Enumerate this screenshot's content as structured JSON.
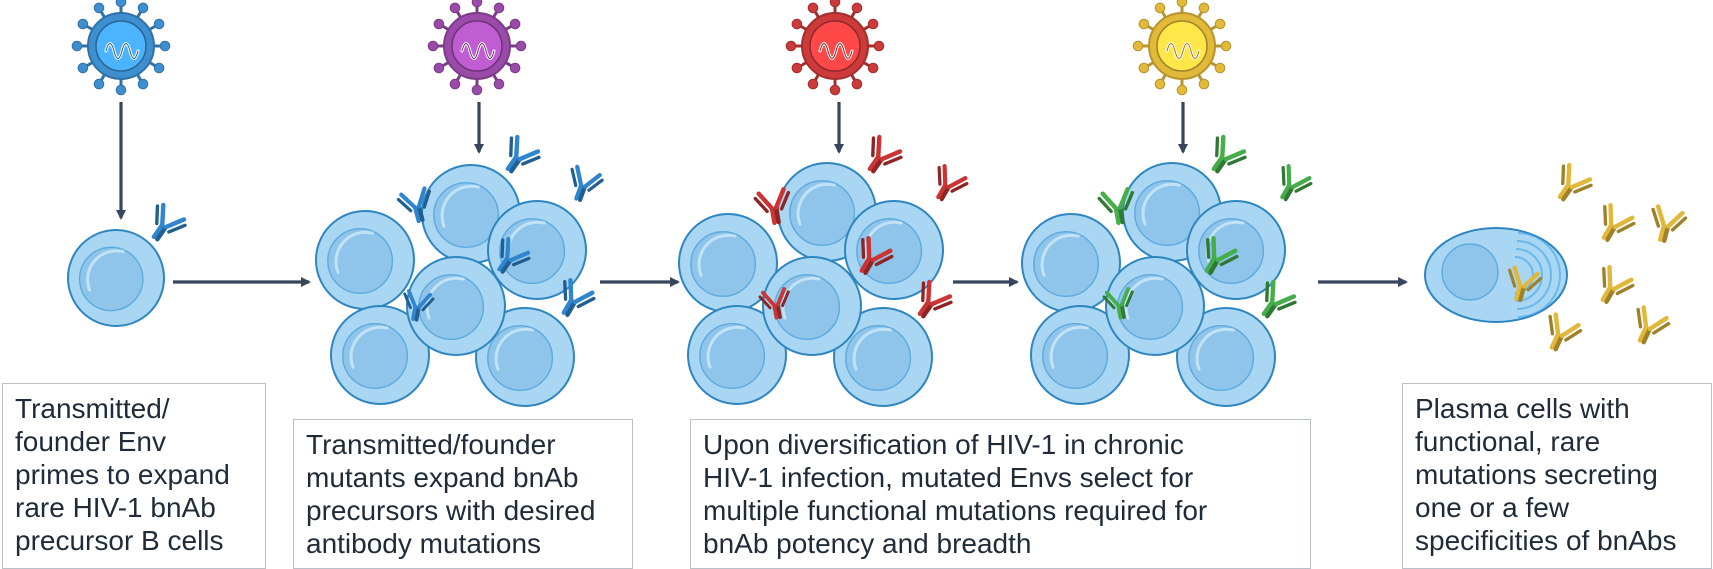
{
  "colors": {
    "cell_fill": "#a9d6f2",
    "cell_outline": "#2e86c1",
    "nucleus_fill": "#8fc5ea",
    "arrow": "#37455d",
    "variant_blue": "#3d8fd0",
    "variant_purple": "#9a4aa8",
    "variant_red": "#cc3a3a",
    "variant_yellow": "#e3b93a",
    "antibody_blue": "#2f86cf",
    "antibody_red": "#cc3333",
    "antibody_green": "#45ad4a",
    "antibody_yellow": "#e1b83a"
  },
  "stages": [
    {
      "virus_color": "variant_blue",
      "antibody_color": "antibody_blue",
      "caption_lines": [
        "Transmitted/",
        "founder Env",
        "primes  to expand",
        "rare HIV-1 bnAb",
        "precursor B cells"
      ]
    },
    {
      "virus_color": "variant_purple",
      "antibody_color": "antibody_blue",
      "caption_lines": [
        "Transmitted/founder",
        "mutants expand bnAb",
        "precursors with desired",
        "antibody mutations"
      ]
    },
    {
      "virus_color": "variant_red",
      "antibody_color": "antibody_red",
      "caption_lines": [
        "Upon diversification of HIV-1 in chronic",
        "HIV-1 infection, mutated Envs select for",
        "multiple functional mutations required for",
        "bnAb potency and breadth"
      ]
    },
    {
      "virus_color": "variant_yellow",
      "antibody_color": "antibody_green",
      "caption_lines": []
    },
    {
      "virus_color": null,
      "antibody_color": "antibody_yellow",
      "caption_lines": [
        "Plasma cells with",
        "functional, rare",
        "mutations secreting",
        "one or a few",
        "specificities of bnAbs"
      ]
    }
  ]
}
